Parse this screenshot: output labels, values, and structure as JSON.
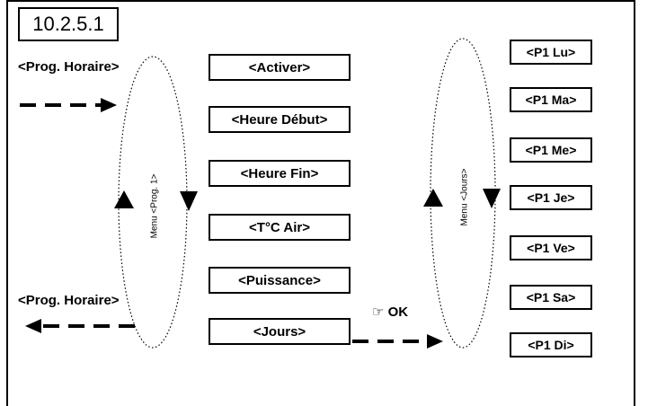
{
  "ref_number": "10.2.5.1",
  "left_labels": {
    "top": "<Prog. Horaire>",
    "bottom": "<Prog. Horaire>"
  },
  "menu_prog": {
    "label": "Menu <Prog. 1>",
    "items": [
      "<Activer>",
      "<Heure Début>",
      "<Heure Fin>",
      "<T°C Air>",
      "<Puissance>",
      "<Jours>"
    ]
  },
  "ok_label": "☞ OK",
  "menu_jours": {
    "label": "Menu <Jours>",
    "items": [
      "<P1 Lu>",
      "<P1 Ma>",
      "<P1 Me>",
      "<P1 Je>",
      "<P1 Ve>",
      "<P1 Sa>",
      "<P1 Di>"
    ]
  }
}
